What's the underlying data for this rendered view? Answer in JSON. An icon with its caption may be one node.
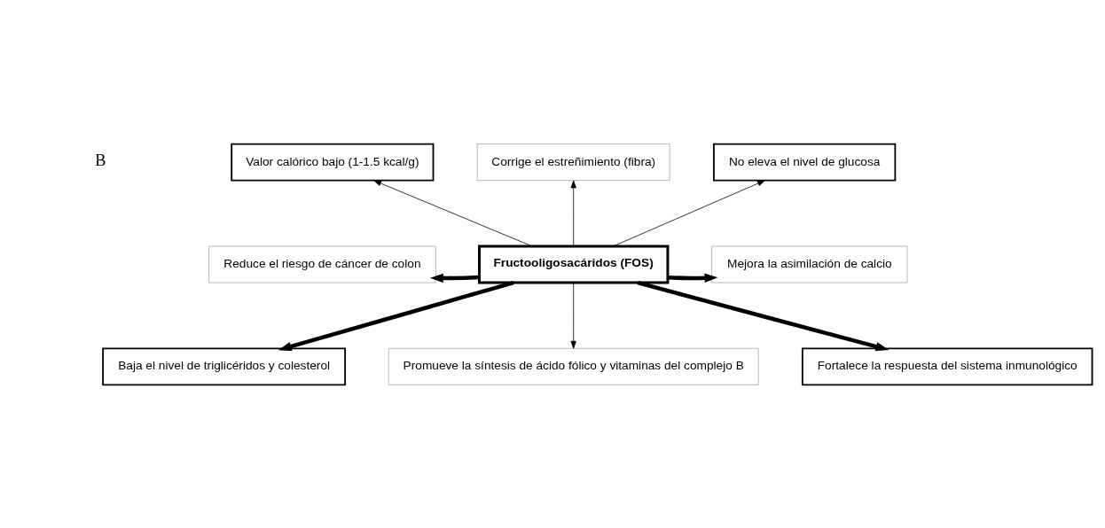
{
  "diagram": {
    "nodes": [
      {
        "text": [
          "Valor calórico bajo (1-1.5 kcal/g)"
        ]
      },
      {
        "text": [
          "No eleva el nivel de glucosa"
        ]
      },
      {
        "text": [
          "Corrige el estreñimiento (fibra)"
        ]
      },
      {
        "text": [
          "Reduce el riesgo de cáncer de colon"
        ]
      },
      {
        "text": [
          "Fructooligosacáridos (FOS)"
        ]
      },
      {
        "text": [
          "Mejora la asimilación de calcio"
        ]
      },
      {
        "text": [
          "Promueve la síntesis de ácido fólico y vitaminas del complejo B"
        ]
      },
      {
        "text": [
          "Baja el nivel de triglicéridos y colesterol"
        ]
      },
      {
        "text": [
          "Fortalece la respuesta del sistema inmunológico"
        ]
      }
    ],
    "edges": [
      {
        "from": 4,
        "to": 0,
        "arrow": "to"
      },
      {
        "from": 4,
        "to": 2,
        "arrow": "to"
      },
      {
        "from": 4,
        "to": 1,
        "arrow": "to"
      },
      {
        "from": 4,
        "to": 3,
        "arrow": "to",
        "style": "thick"
      },
      {
        "from": 4,
        "to": 5,
        "arrow": "to",
        "style": "thick"
      },
      {
        "from": 4,
        "to": 6,
        "arrow": "to"
      },
      {
        "from": 4,
        "to": 7,
        "arrow": "to",
        "style": "thick"
      },
      {
        "from": 4,
        "to": 8,
        "arrow": "to",
        "style": "thick"
      }
    ],
    "labels": [
      "B"
    ]
  }
}
